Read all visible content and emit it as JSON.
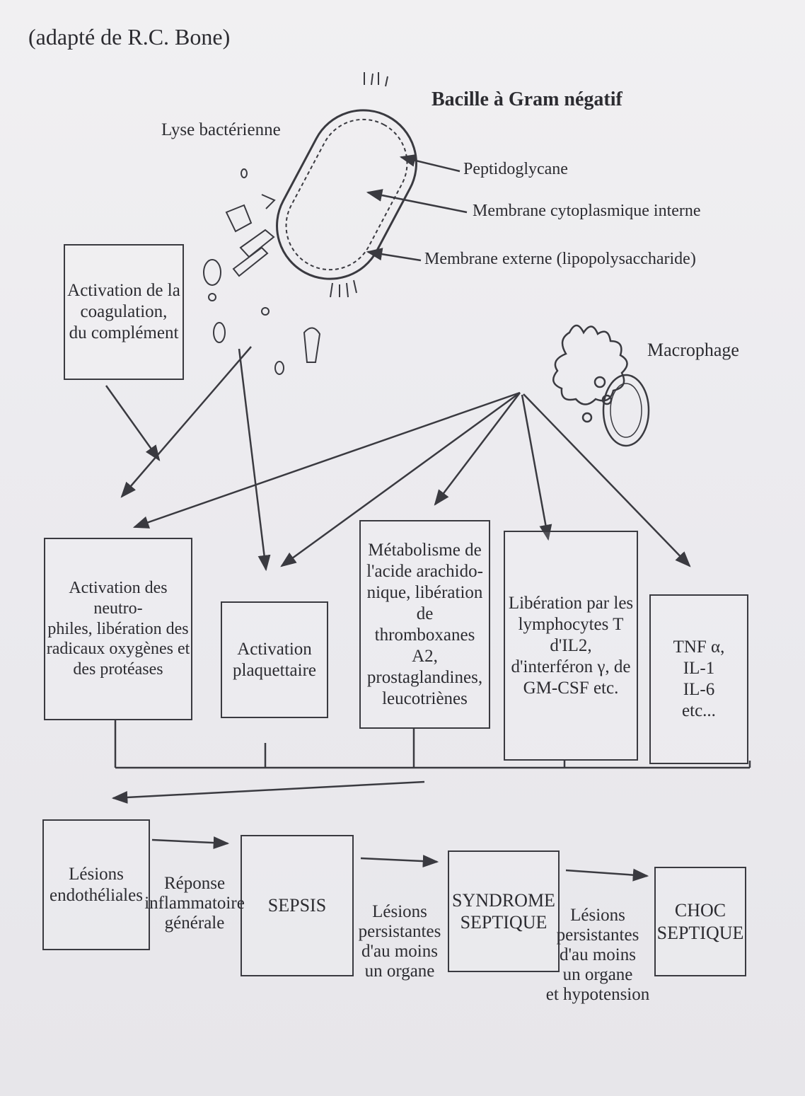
{
  "caption": "(adapté de R.C. Bone)",
  "bacterium": {
    "title": "Bacille à Gram négatif",
    "lysis_label": "Lyse bactérienne",
    "layers": [
      "Peptidoglycane",
      "Membrane cytoplasmique interne",
      "Membrane externe (lipopolysaccharide)"
    ]
  },
  "macrophage_label": "Macrophage",
  "coagulation_box": "Activation de la\ncoagulation,\ndu complément",
  "effect_boxes": {
    "neutrophils": "Activation des neutro-\nphiles, libération des\nradicaux oxygènes et\ndes protéases",
    "platelets": "Activation\nplaquettaire",
    "arachidonic": "Métabolisme de\nl'acide arachido-\nnique, libération de\nthromboxanes A2,\nprostaglandines,\nleucotriènes",
    "lymphocytes": "Libération par les\nlymphocytes T\nd'IL2,\nd'interféron γ, de\nGM-CSF etc.",
    "cytokines": "TNF α,\nIL-1\nIL-6\netc..."
  },
  "stages": {
    "lesions": "Lésions\nendothéliales",
    "sepsis": "SEPSIS",
    "syndrome": "SYNDROME\nSEPTIQUE",
    "shock": "CHOC\nSEPTIQUE"
  },
  "transitions": {
    "t1": "Réponse\ninflammatoire\ngénérale",
    "t2": "Lésions\npersistantes\nd'au moins\nun organe",
    "t3": "Lésions\npersistantes\nd'au moins\nun organe\net hypotension"
  }
}
